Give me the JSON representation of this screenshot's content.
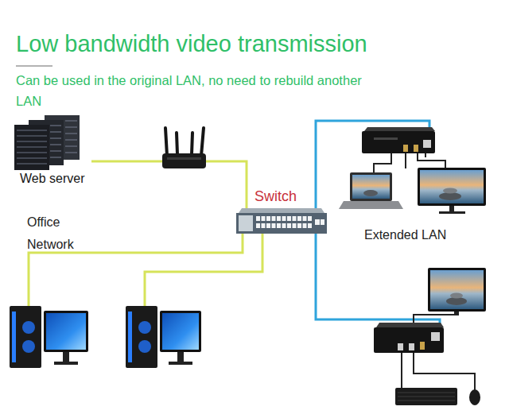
{
  "diagram": {
    "title": "Low bandwidth video transmission",
    "caption": "Can be used in the original LAN, no need to rebuild another LAN",
    "nodes": [
      {
        "text": [
          "Web server"
        ]
      },
      {
        "text": [
          "Switch"
        ]
      }
    ],
    "edges": [
      {
        "from": 0,
        "to": 1,
        "arrow": "none"
      }
    ],
    "labels": [
      "Office Network",
      "Extended LAN"
    ]
  }
}
